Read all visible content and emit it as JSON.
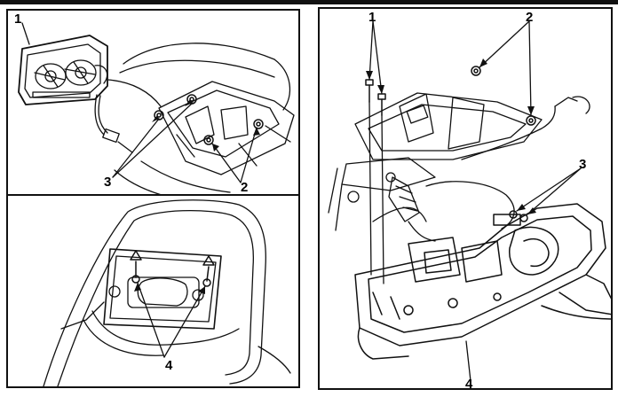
{
  "panel_top_left": {
    "callouts": {
      "c1": "1",
      "c2": "2",
      "c3": "3"
    }
  },
  "panel_bottom_left": {
    "callouts": {
      "c4": "4"
    }
  },
  "panel_right": {
    "callouts": {
      "c1": "1",
      "c2": "2",
      "c3": "3",
      "c4": "4"
    }
  }
}
